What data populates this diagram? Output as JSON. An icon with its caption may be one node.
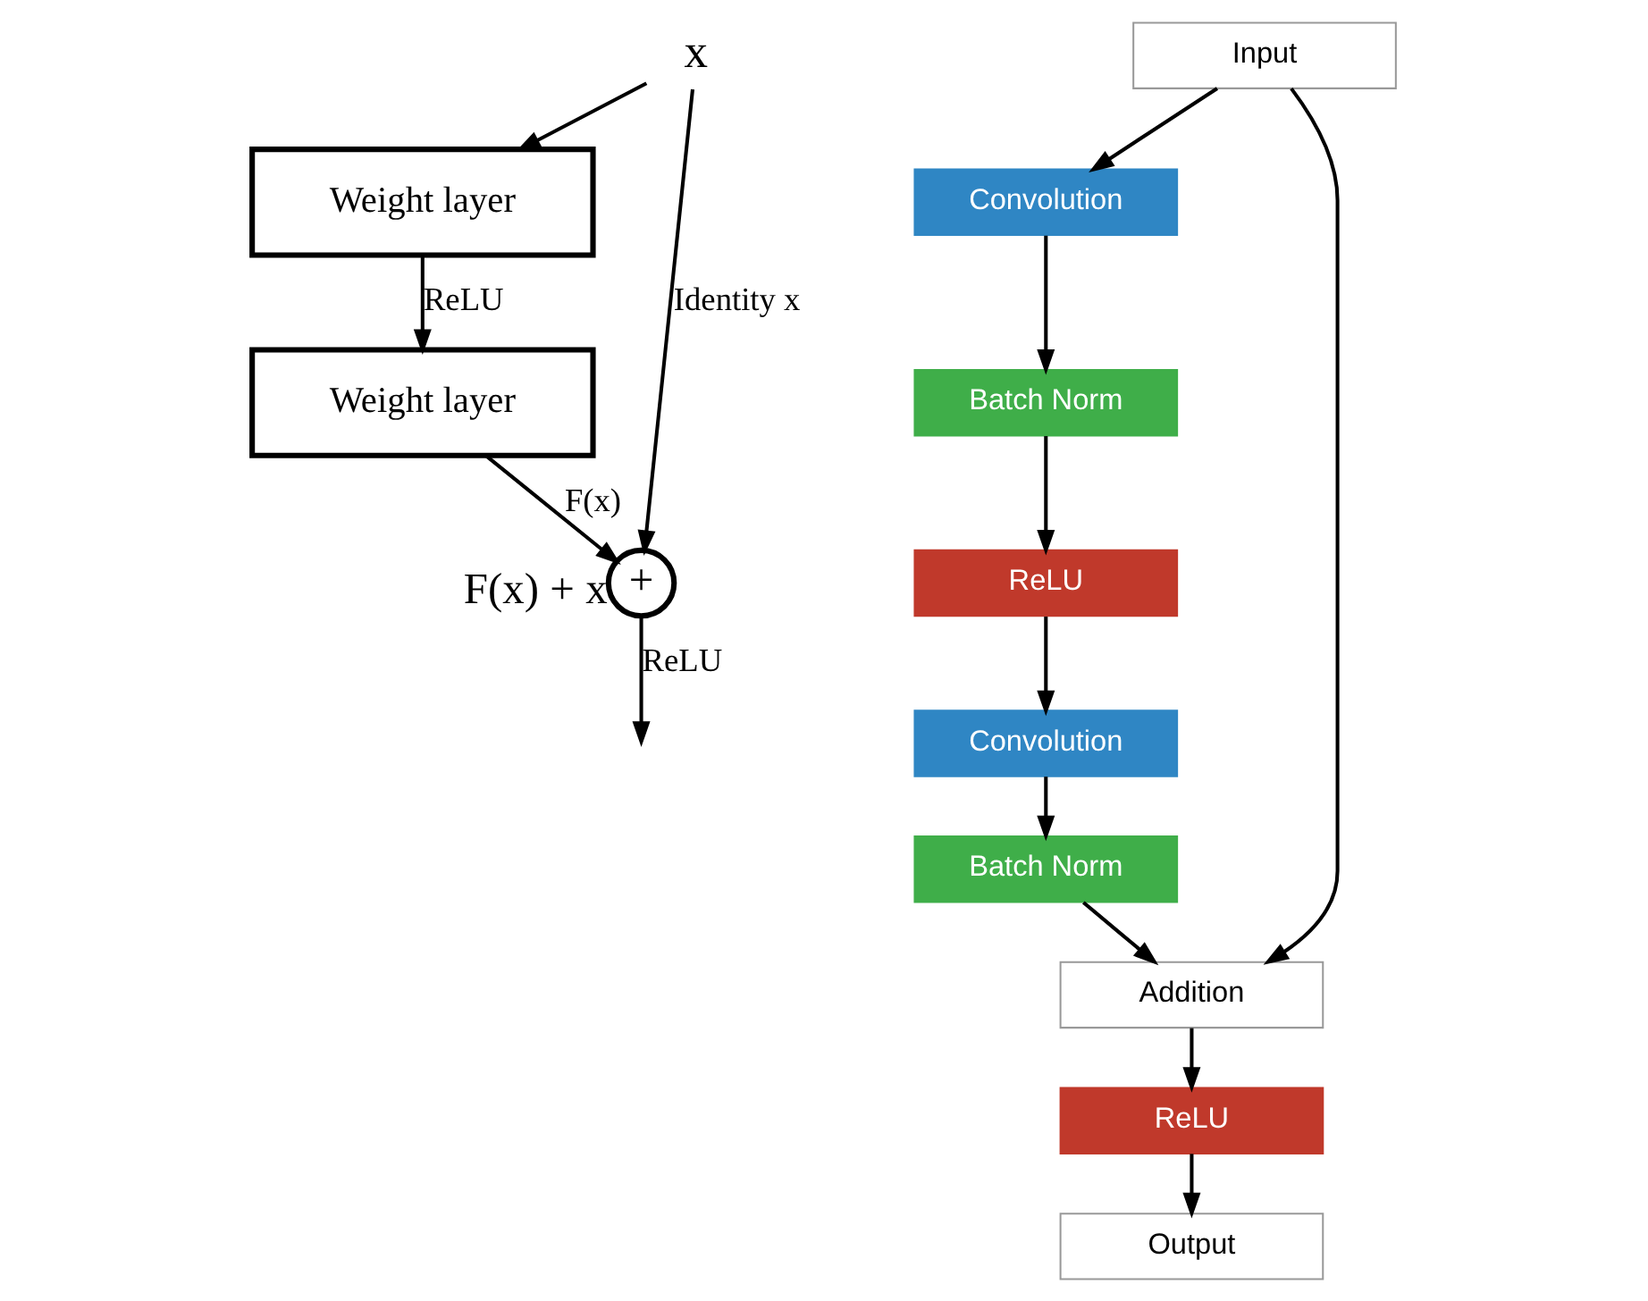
{
  "diagram": {
    "nodes": [
      {
        "text": [
          "x"
        ]
      },
      {
        "text": [
          "Weight layer"
        ]
      },
      {
        "text": [
          "Weight layer"
        ]
      },
      {
        "text": [
          "+"
        ],
        "beside": [
          "F(x) + x"
        ]
      },
      {
        "text": [
          "Input"
        ]
      },
      {
        "text": [
          "Convolution"
        ]
      },
      {
        "text": [
          "Batch Norm"
        ]
      },
      {
        "text": [
          "ReLU"
        ]
      },
      {
        "text": [
          "Convolution"
        ]
      },
      {
        "text": [
          "Batch Norm"
        ]
      },
      {
        "text": [
          "Addition"
        ]
      },
      {
        "text": [
          "ReLU"
        ]
      },
      {
        "text": [
          "Output"
        ]
      }
    ],
    "edges": [
      {
        "from": 0,
        "to": 1,
        "arrow": "to"
      },
      {
        "from": 1,
        "to": 2,
        "arrow": "to",
        "label": "ReLU"
      },
      {
        "from": 2,
        "to": 3,
        "arrow": "to",
        "label": "F(x)"
      },
      {
        "from": 0,
        "to": 3,
        "arrow": "to",
        "label": "Identity x"
      },
      {
        "from": 3,
        "to": null,
        "arrow": "to",
        "label": "ReLU"
      },
      {
        "from": 4,
        "to": 5,
        "arrow": "to"
      },
      {
        "from": 5,
        "to": 6,
        "arrow": "to"
      },
      {
        "from": 6,
        "to": 7,
        "arrow": "to"
      },
      {
        "from": 7,
        "to": 8,
        "arrow": "to"
      },
      {
        "from": 8,
        "to": 9,
        "arrow": "to"
      },
      {
        "from": 9,
        "to": 10,
        "arrow": "to"
      },
      {
        "from": 4,
        "to": 10,
        "arrow": "to"
      },
      {
        "from": 10,
        "to": 11,
        "arrow": "to"
      },
      {
        "from": 11,
        "to": 12,
        "arrow": "to"
      }
    ]
  }
}
